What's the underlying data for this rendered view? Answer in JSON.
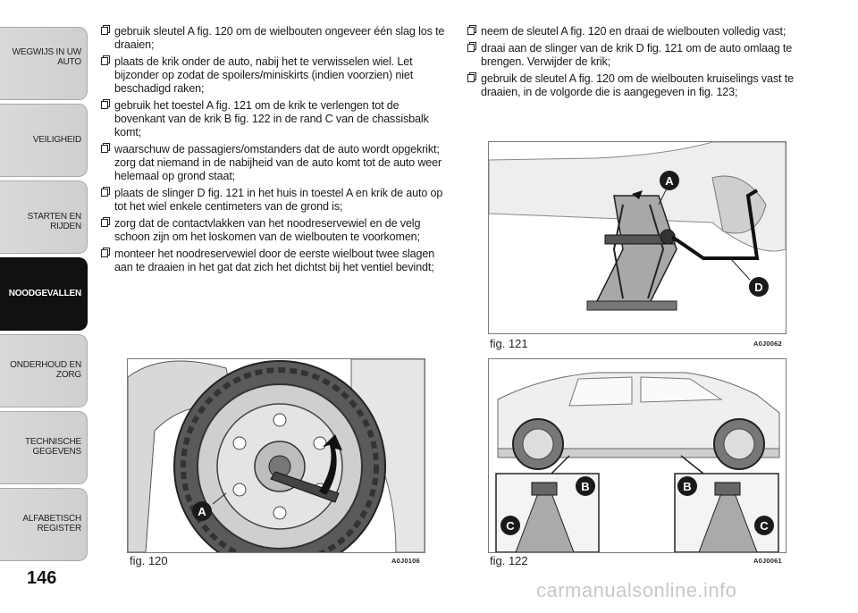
{
  "sidebar": {
    "tabs": [
      {
        "label": "WEGWIJS IN UW\nAUTO",
        "active": false
      },
      {
        "label": "VEILIGHEID",
        "active": false
      },
      {
        "label": "STARTEN EN RIJDEN",
        "active": false
      },
      {
        "label": "NOODGEVALLEN",
        "active": true
      },
      {
        "label": "ONDERHOUD EN\nZORG",
        "active": false
      },
      {
        "label": "TECHNISCHE\nGEGEVENS",
        "active": false
      },
      {
        "label": "ALFABETISCH\nREGISTER",
        "active": false
      }
    ]
  },
  "page_number": "146",
  "left_column": {
    "items": [
      "gebruik sleutel A fig. 120 om de wielbouten ongeveer één slag los te draaien;",
      "plaats de krik onder de auto, nabij het te verwisselen wiel. Let bijzonder op zodat de spoilers/miniskirts (indien voorzien) niet beschadigd raken;",
      "gebruik het toestel A fig. 121 om de krik te verlengen tot de bovenkant van de krik B fig. 122 in de rand C van de chassisbalk komt;",
      "waarschuw de passagiers/omstanders dat de auto wordt opgekrikt; zorg dat niemand in de nabijheid van de auto komt tot de auto weer helemaal op grond staat;",
      "plaats de slinger D fig. 121 in het huis in toestel A en krik de auto op tot het wiel enkele centimeters van de grond is;",
      "zorg dat de contactvlakken van het noodreservewiel en de velg schoon zijn om het loskomen van de wielbouten te voorkomen;",
      "monteer het noodreservewiel door de eerste wielbout twee slagen aan te draaien in het gat dat zich het dichtst bij het ventiel bevindt;"
    ]
  },
  "right_column": {
    "items": [
      "neem de sleutel A fig. 120 en draai de wielbouten volledig vast;",
      "draai aan de slinger van de krik D fig. 121 om de auto omlaag te brengen. Verwijder de krik;",
      "gebruik de sleutel A fig. 120 om de wielbouten kruiselings vast te draaien, in de volgorde die is aangegeven in fig. 123;"
    ]
  },
  "figures": {
    "fig120": {
      "caption": "fig. 120",
      "code": "A0J0106",
      "label_a": "A"
    },
    "fig121": {
      "caption": "fig. 121",
      "code": "A0J0062",
      "label_a": "A",
      "label_d": "D"
    },
    "fig122": {
      "caption": "fig. 122",
      "code": "A0J0061",
      "label_b1": "B",
      "label_b2": "B",
      "label_c1": "C",
      "label_c2": "C"
    }
  },
  "watermark": "carmanualsonline.info"
}
